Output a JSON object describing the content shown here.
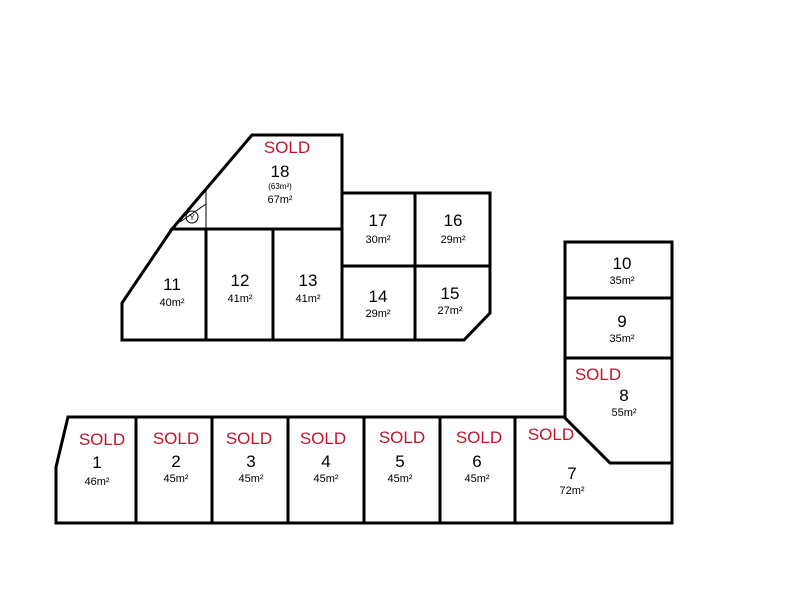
{
  "sold_label": "SOLD",
  "sold_color": "#c0142a",
  "lots": [
    {
      "number": "1",
      "area": "46m²",
      "sold": true
    },
    {
      "number": "2",
      "area": "45m²",
      "sold": true
    },
    {
      "number": "3",
      "area": "45m²",
      "sold": true
    },
    {
      "number": "4",
      "area": "45m²",
      "sold": true
    },
    {
      "number": "5",
      "area": "45m²",
      "sold": true
    },
    {
      "number": "6",
      "area": "45m²",
      "sold": true
    },
    {
      "number": "7",
      "area": "72m²",
      "sold": true
    },
    {
      "number": "8",
      "area": "55m²",
      "sold": true
    },
    {
      "number": "9",
      "area": "35m²",
      "sold": false
    },
    {
      "number": "10",
      "area": "35m²",
      "sold": false
    },
    {
      "number": "11",
      "area": "40m²",
      "sold": false
    },
    {
      "number": "12",
      "area": "41m²",
      "sold": false
    },
    {
      "number": "13",
      "area": "41m²",
      "sold": false
    },
    {
      "number": "14",
      "area": "29m²",
      "sold": false
    },
    {
      "number": "15",
      "area": "27m²",
      "sold": false
    },
    {
      "number": "16",
      "area": "29m²",
      "sold": false
    },
    {
      "number": "17",
      "area": "30m²",
      "sold": false
    },
    {
      "number": "18",
      "area": "67m²",
      "area_secondary": "(63m²)",
      "sold": true
    }
  ],
  "marker_label": "Y"
}
